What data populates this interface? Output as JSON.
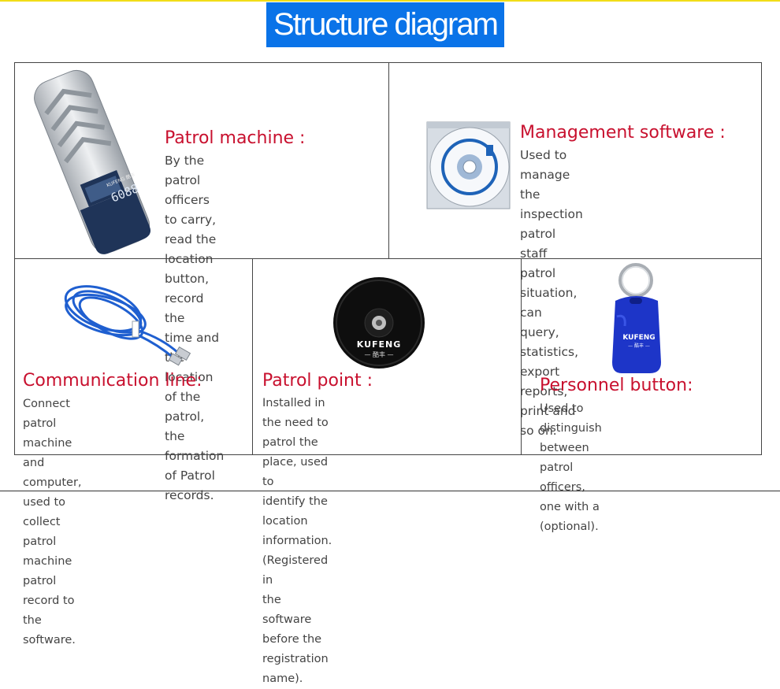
{
  "title": "Structure diagram",
  "colors": {
    "banner": "#0a73e8",
    "heading": "#c8102e",
    "text": "#444444",
    "top_rule": "#f2dd18"
  },
  "items": [
    {
      "heading": "Patrol machine :",
      "description": "By the patrol officers to carry,\nread the location button, record the\ntime and the location of the patrol,\nthe formation of Patrol records.",
      "device_display": "6088",
      "device_label": "KUFENG 酷丰"
    },
    {
      "heading": "Management software :",
      "description": "Used to manage the inspection patrol\nstaff patrol situation, can query, statistics,\nexport reports, print and so on."
    },
    {
      "heading": "Communication line:",
      "description": "Connect patrol machine and computer,\n used to collect patrol machine patrol\nrecord to the software."
    },
    {
      "heading": "Patrol point :",
      "description": "Installed in the need to patrol the place, used to\nidentify the location information.(Registered in\nthe software before the registration name).",
      "brand": "KUFENG",
      "brand_cn": "— 酷丰 —"
    },
    {
      "heading": "Personnel button:",
      "description": "Used to distinguish between patrol\nofficers, one with a (optional).",
      "brand": "KUFENG",
      "brand_cn": "— 酷丰 —"
    }
  ]
}
